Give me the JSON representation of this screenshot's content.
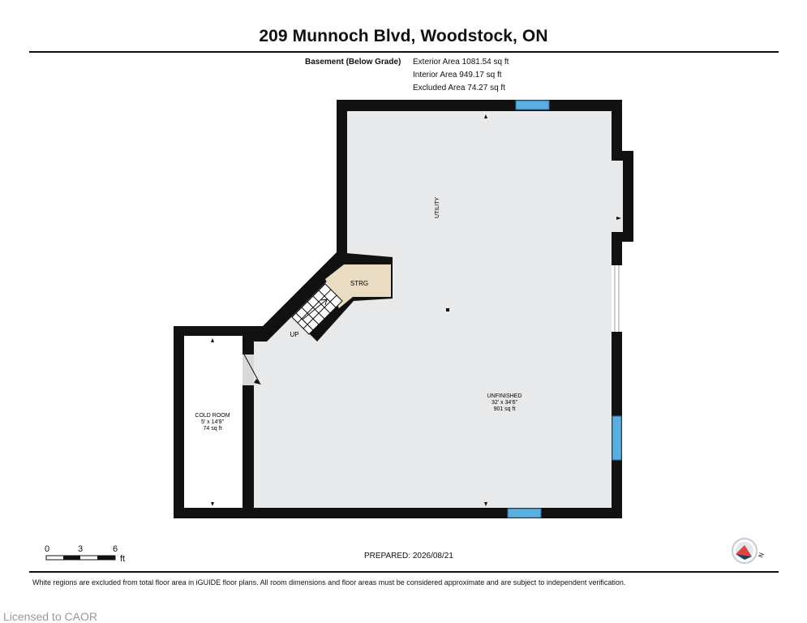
{
  "header": {
    "title": "209 Munnoch Blvd, Woodstock, ON"
  },
  "floor_summary": {
    "heading": "Basement (Below Grade)",
    "exterior_area": "Exterior Area 1081.54 sq ft",
    "interior_area": "Interior Area 949.17 sq ft",
    "excluded_area": "Excluded Area 74.27 sq ft"
  },
  "rooms": {
    "utility": {
      "label": "UTILITY"
    },
    "strg": {
      "label": "STRG"
    },
    "stairs": {
      "label": "UP"
    },
    "cold_room": {
      "name": "COLD ROOM",
      "dimensions": "5' x 14'9\"",
      "area": "74 sq ft"
    },
    "unfinished": {
      "name": "UNFINISHED",
      "dimensions": "32' x 34'6\"",
      "area": "901 sq ft"
    }
  },
  "scale_bar": {
    "ticks": [
      "0",
      "3",
      "6"
    ],
    "unit": "ft"
  },
  "footer": {
    "prepared": "PREPARED: 2026/08/21",
    "disclaimer": "White regions are excluded from total floor area in iGUIDE floor plans. All room dimensions and floor areas must be considered approximate and are subject to independent verification.",
    "licensed": "Licensed to CAOR",
    "north_label": "N"
  },
  "colors": {
    "wall": "#111111",
    "floor": "#e8e9ea",
    "storage": "#eadcc3",
    "window": "#5aaee0",
    "compass_red": "#e0473b"
  },
  "icons": {
    "compass": "north-compass-icon",
    "door_arrow": "door-arrow-icon"
  }
}
